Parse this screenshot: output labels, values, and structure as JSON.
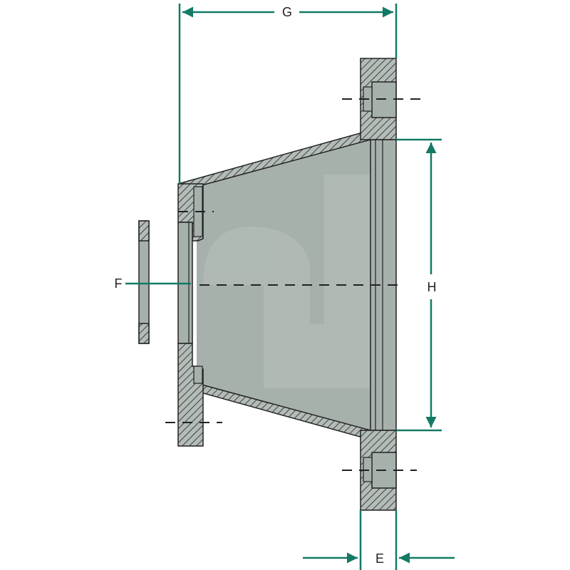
{
  "labels": {
    "g": "G",
    "h": "H",
    "f": "F",
    "e": "E"
  },
  "colors": {
    "accent": "#127a65",
    "body_fill": "#a7b1ac",
    "hatch_fill": "#b3bcb7",
    "outline": "#222222"
  }
}
